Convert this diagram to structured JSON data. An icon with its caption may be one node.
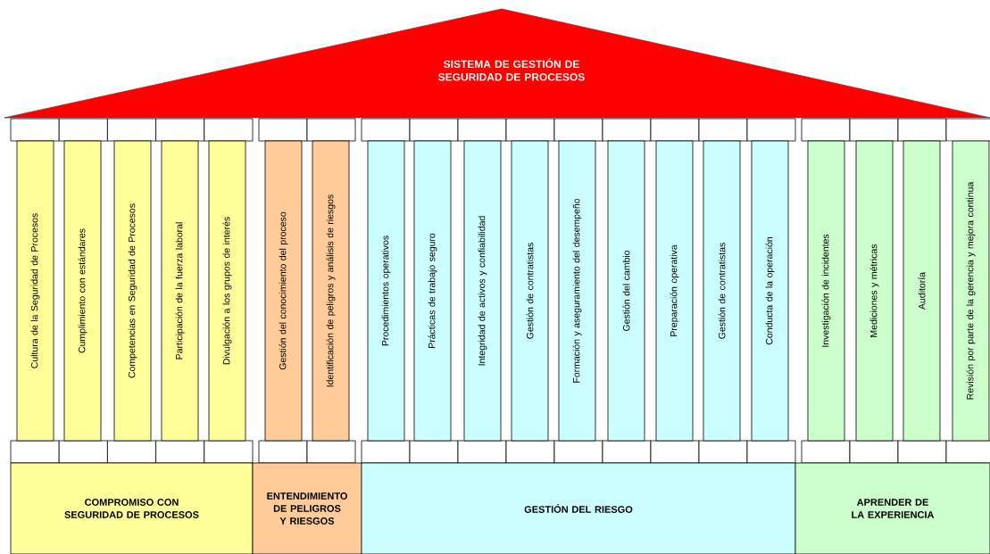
{
  "diagram": {
    "nodes": [
      {
        "text": [
          "SISTEMA DE GESTIÓN DE SEGURIDAD DE PROCESOS"
        ]
      },
      {
        "text": [
          "Cultura de la Seguridad de Procesos"
        ]
      },
      {
        "text": [
          "Cumplimiento con estándares"
        ]
      },
      {
        "text": [
          "Competencias en Seguridad de Procesos"
        ]
      },
      {
        "text": [
          "Participación de la fuerza laboral"
        ]
      },
      {
        "text": [
          "Divulgación a los grupos de interés"
        ]
      },
      {
        "text": [
          "Gestión del conocimiento del proceso"
        ]
      },
      {
        "text": [
          "Identificación de peligros y análisis de riesgos"
        ]
      },
      {
        "text": [
          "Procedimientos operativos"
        ]
      },
      {
        "text": [
          "Prácticas de trabajo seguro"
        ]
      },
      {
        "text": [
          "Integridad de activos y confiabilidad"
        ]
      },
      {
        "text": [
          "Gestión de contratistas"
        ]
      },
      {
        "text": [
          "Formación y aseguramiento del desempeño"
        ]
      },
      {
        "text": [
          "Gestión del cambio"
        ]
      },
      {
        "text": [
          "Preparación operativa"
        ]
      },
      {
        "text": [
          "Gestión de contratistas"
        ]
      },
      {
        "text": [
          "Conducta de la operación"
        ]
      },
      {
        "text": [
          "Investigación de incidentes"
        ]
      },
      {
        "text": [
          "Mediciones y métricas"
        ]
      },
      {
        "text": [
          "Auditoría"
        ]
      },
      {
        "text": [
          "Revisión por parte de la gerencia y mejora continua"
        ]
      },
      {
        "text": [
          "COMPROMISO CON SEGURIDAD DE PROCESOS"
        ]
      },
      {
        "text": [
          "ENTENDIMIENTO DE PELIGROS Y RIESGOS"
        ]
      },
      {
        "text": [
          "GESTIÓN DEL RIESGO"
        ]
      },
      {
        "text": [
          "APRENDER DE LA EXPERIENCIA"
        ]
      }
    ]
  }
}
